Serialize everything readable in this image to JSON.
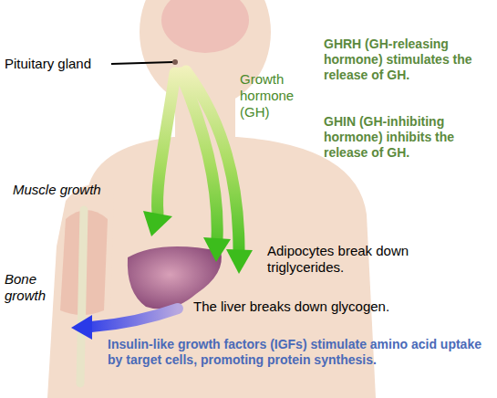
{
  "diagram": {
    "labels": [
      "Pituitary gland",
      "Growth hormone (GH)",
      "GHRH (GH-releasing hormone) stimulates the release of GH.",
      "GHIN (GH-inhibiting hormone) inhibits the release of GH.",
      "Muscle growth",
      "Bone growth",
      "Adipocytes break down triglycerides.",
      "The liver breaks down glycogen.",
      "Insulin-like growth factors (IGFs) stimulate amino acid uptake by target cells, promoting protein synthesis."
    ]
  }
}
